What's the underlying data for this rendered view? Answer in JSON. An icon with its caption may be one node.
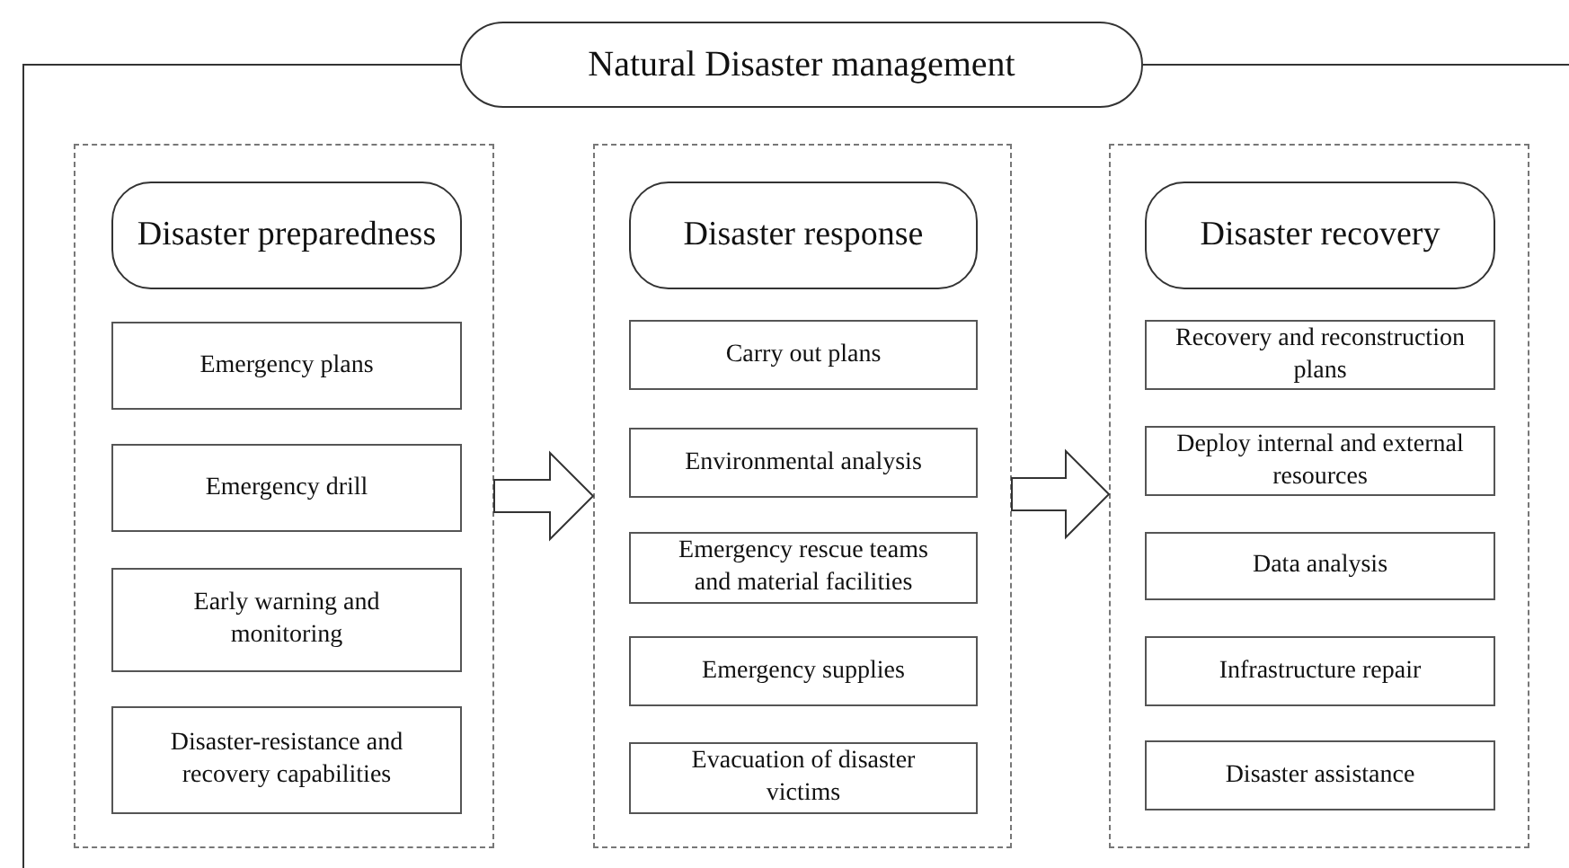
{
  "diagram": {
    "nodes": [
      {
        "text": [
          "Natural Disaster management"
        ]
      },
      {
        "text": [],
        "shape": "box"
      },
      {
        "text": [
          "Disaster preparedness"
        ],
        "in": 1
      },
      {
        "text": [
          "Emergency plans"
        ],
        "in": 1
      },
      {
        "text": [
          "Emergency drill"
        ],
        "in": 1
      },
      {
        "text": [
          "Early warning and monitoring"
        ],
        "in": 1
      },
      {
        "text": [
          "Disaster-resistance and recovery capabilities"
        ],
        "in": 1
      },
      {
        "text": [],
        "shape": "box"
      },
      {
        "text": [
          "Disaster response"
        ],
        "in": 7
      },
      {
        "text": [
          "Carry out plans"
        ],
        "in": 7
      },
      {
        "text": [
          "Environmental analysis"
        ],
        "in": 7
      },
      {
        "text": [
          "Emergency rescue teams and material facilities"
        ],
        "in": 7
      },
      {
        "text": [
          "Emergency supplies"
        ],
        "in": 7
      },
      {
        "text": [
          "Evacuation of disaster victims"
        ],
        "in": 7
      },
      {
        "text": [],
        "shape": "box"
      },
      {
        "text": [
          "Disaster recovery"
        ],
        "in": 14
      },
      {
        "text": [
          "Recovery and reconstruction plans"
        ],
        "in": 14
      },
      {
        "text": [
          "Deploy internal and external resources"
        ],
        "in": 14
      },
      {
        "text": [
          "Data analysis"
        ],
        "in": 14
      },
      {
        "text": [
          "Infrastructure repair"
        ],
        "in": 14
      },
      {
        "text": [
          "Disaster assistance"
        ],
        "in": 14
      }
    ],
    "edges": [
      {
        "from": 1,
        "to": 7,
        "arrow": "to"
      },
      {
        "from": 7,
        "to": 14,
        "arrow": "to"
      }
    ]
  }
}
